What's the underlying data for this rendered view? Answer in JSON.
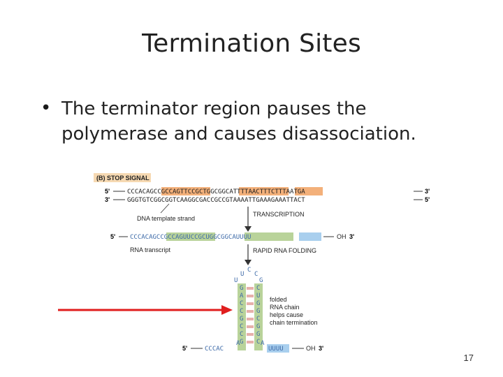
{
  "slide": {
    "title": "Termination Sites",
    "bullet": "The terminator region pauses the polymerase and causes disassociation.",
    "page_number": "17"
  },
  "figure": {
    "panel_label": "(B) STOP SIGNAL",
    "labels": {
      "five_prime": "5'",
      "three_prime": "3'",
      "dna_template": "DNA template strand",
      "transcription": "TRANSCRIPTION",
      "rna_transcript": "RNA transcript",
      "rapid_folding": "RAPID RNA FOLDING",
      "oh": "OH",
      "note_1": "folded",
      "note_2": "RNA chain",
      "note_3": "helps cause",
      "note_4": "chain termination"
    },
    "dna_top": {
      "plain1": "CCCACA",
      "hl1": "GCCGCCAG",
      "plain2": "TTCCG",
      "hl2": "CTGGCGGC",
      "plain3": "A",
      "hl3": "TTTT",
      "plain4": "AACTTTCTTTAATGA"
    },
    "dna_bottom": "GGGTGTCGGCGGTCAAGGCGACCGCCGTAAAATTGAAAGAAATTACT",
    "rna": {
      "plain1": "CCCACA",
      "hl1": "GCCGCCAG",
      "plain2": "UUCCG",
      "hl2": "CUGGCGGC",
      "plain3": "A",
      "hl3": "UUUU"
    },
    "hairpin": {
      "loop": [
        "U",
        "U",
        "C",
        "C",
        "G"
      ],
      "left_stem": [
        "G",
        "A",
        "C",
        "C",
        "G",
        "C",
        "C",
        "G"
      ],
      "right_stem": [
        "C",
        "U",
        "G",
        "G",
        "C",
        "G",
        "G",
        "C"
      ],
      "bottom_left": "CCCAC",
      "bottom_a_left": "A",
      "bottom_a_right": "A",
      "bottom_u": "UUUU"
    },
    "colors": {
      "orange": "#f3b07a",
      "green": "#b9d39a",
      "blue": "#a9cfee",
      "dna_text": "#1b1b1b",
      "rna_text": "#3d6aa8",
      "arrow": "#e01e1e"
    }
  }
}
